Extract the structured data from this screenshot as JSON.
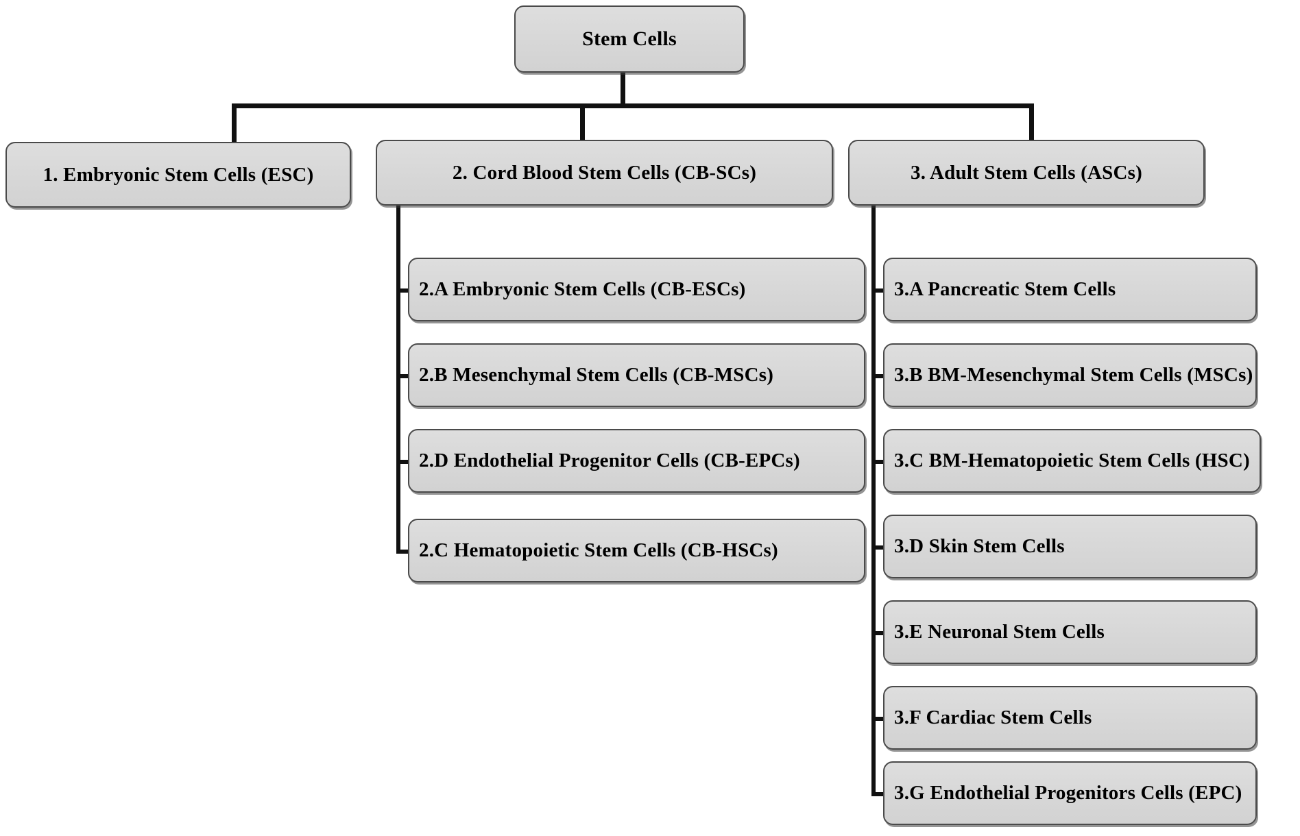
{
  "diagram": {
    "title": "Stem Cells classification hierarchy",
    "type": "tree",
    "colors": {
      "node_fill": "#d8d8d8",
      "node_border": "#4a4a4a",
      "connector": "#111111",
      "text": "#000000",
      "background": "#ffffff"
    },
    "root": {
      "label": "Stem Cells"
    },
    "level2": [
      {
        "label": "1. Embryonic Stem Cells (ESC)"
      },
      {
        "label": "2. Cord Blood Stem Cells (CB-SCs)"
      },
      {
        "label": "3. Adult Stem Cells (ASCs)"
      }
    ],
    "cord_blood_children": [
      {
        "label": "2.A Embryonic Stem Cells (CB-ESCs)"
      },
      {
        "label": "2.B Mesenchymal  Stem Cells (CB-MSCs)"
      },
      {
        "label": "2.D Endothelial Progenitor Cells (CB-EPCs)"
      },
      {
        "label": "2.C Hematopoietic Stem Cells (CB-HSCs)"
      }
    ],
    "adult_children": [
      {
        "label": "3.A Pancreatic Stem Cells"
      },
      {
        "label": "3.B BM-Mesenchymal Stem Cells (MSCs)"
      },
      {
        "label": "3.C BM-Hematopoietic Stem Cells (HSC)"
      },
      {
        "label": "3.D Skin Stem Cells"
      },
      {
        "label": "3.E Neuronal Stem Cells"
      },
      {
        "label": "3.F Cardiac Stem Cells"
      },
      {
        "label": "3.G Endothelial Progenitors Cells (EPC)"
      }
    ]
  }
}
